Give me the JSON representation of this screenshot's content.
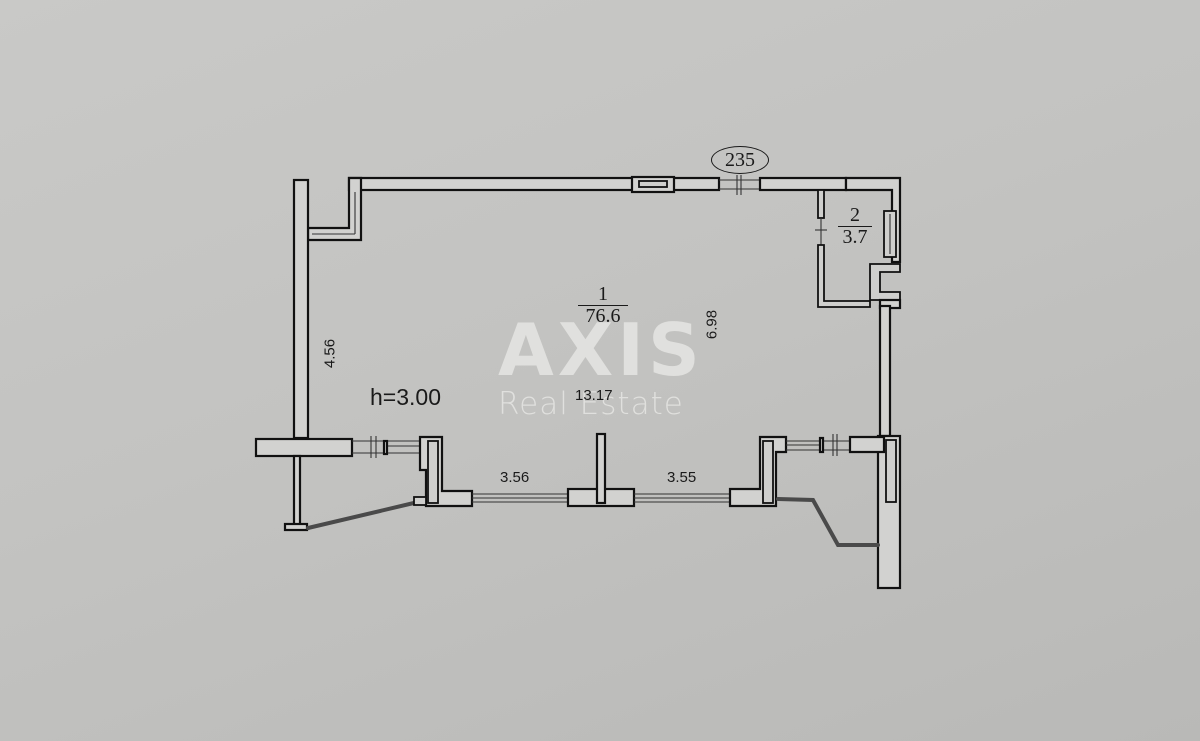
{
  "plan": {
    "apartment_number": "235",
    "ceiling_height": "h=3.00",
    "rooms": [
      {
        "number": "1",
        "area": "76.6"
      },
      {
        "number": "2",
        "area": "3.7"
      }
    ],
    "dimensions": {
      "left_wall": "4.56",
      "right_inner": "6.98",
      "width": "13.17",
      "window_left": "3.56",
      "window_right": "3.55"
    }
  },
  "watermark": {
    "brand": "AXIS",
    "tagline": "Real Estate"
  },
  "colors": {
    "background": "#c4c4c2",
    "walls": "#111111",
    "wall_fill": "#d2d2d0",
    "watermark": "#ebebe9"
  }
}
